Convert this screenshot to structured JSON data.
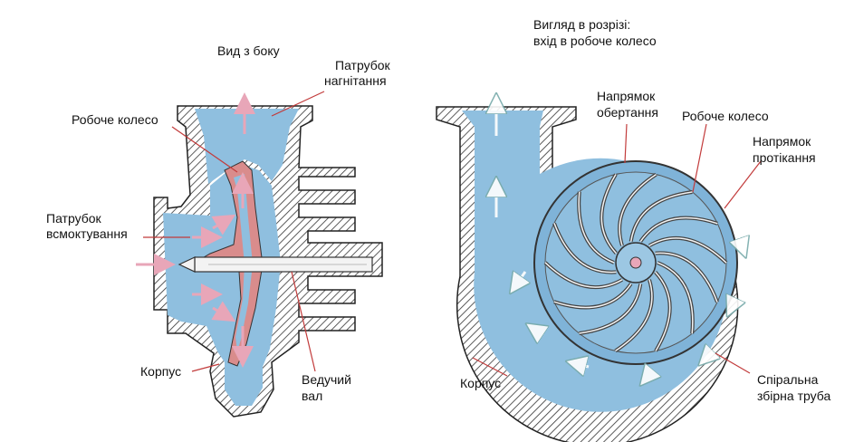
{
  "side_view": {
    "title": "Вид з боку",
    "labels": {
      "discharge_nozzle": [
        "Патрубок",
        "нагнітання"
      ],
      "impeller": "Робоче колесо",
      "suction_nozzle": [
        "Патрубок",
        "всмоктування"
      ],
      "casing": "Корпус",
      "drive_shaft": [
        "Ведучий",
        "вал"
      ]
    }
  },
  "section_view": {
    "title": [
      "Вигляд в розрізі:",
      "вхід в робоче колесо"
    ],
    "labels": {
      "rotation_direction": [
        "Напрямок",
        "обертання"
      ],
      "impeller": "Робоче колесо",
      "flow_direction": [
        "Напрямок",
        "протікання"
      ],
      "casing": "Корпус",
      "volute": [
        "Спіральна",
        "збірна труба"
      ]
    }
  },
  "colors": {
    "water": "#8fbfdf",
    "water_dark": "#6fa6cf",
    "metal_hatch": "#333333",
    "impeller_fill": "#d98c8c",
    "arrow": "#e8a6b8",
    "leader": "#c23b3b",
    "shaft": "#f3f3f3"
  }
}
